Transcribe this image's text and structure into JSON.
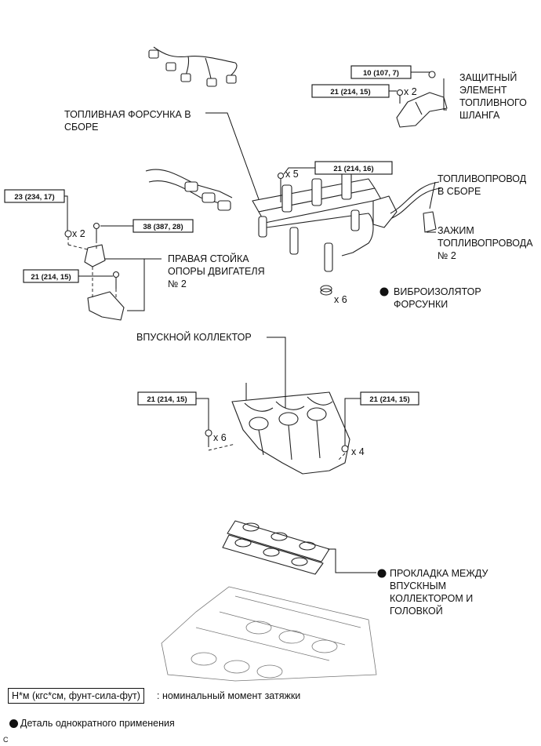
{
  "labels": {
    "injector": [
      "ТОПЛИВНАЯ ФОРСУНКА В",
      "СБОРЕ"
    ],
    "hose_protector": [
      "ЗАЩИТНЫЙ",
      "ЭЛЕМЕНТ",
      "ТОПЛИВНОГО",
      "ШЛАНГА"
    ],
    "fuel_pipe": [
      "ТОПЛИВОПРОВОД",
      "В СБОРЕ"
    ],
    "pipe_clamp": [
      "ЗАЖИМ",
      "ТОПЛИВОПРОВОДА",
      "№ 2"
    ],
    "engine_mount": [
      "ПРАВАЯ СТОЙКА",
      "ОПОРЫ ДВИГАТЕЛЯ",
      "№ 2"
    ],
    "insulator": [
      "ВИБРОИЗОЛЯТОР",
      "ФОРСУНКИ"
    ],
    "intake_manifold": [
      "ВПУСКНОЙ КОЛЛЕКТОР"
    ],
    "gasket": [
      "ПРОКЛАДКА МЕЖДУ",
      "ВПУСКНЫМ",
      "КОЛЛЕКТОРОМ И",
      "ГОЛОВКОЙ"
    ]
  },
  "torques": {
    "t_protector_top": "10 (107, 7)",
    "t_protector_bolt": "21 (214, 15)",
    "t_rail_bolt": "21 (214, 16)",
    "t_mount_nut": "23 (234, 17)",
    "t_mount_bolt38": "38 (387, 28)",
    "t_mount_bolt21": "21 (214, 15)",
    "t_manifold_bolt": "21 (214, 15)",
    "t_manifold_nut": "21 (214, 15)"
  },
  "quantities": {
    "q_protector": "x 2",
    "q_rail": "x 5",
    "q_mount": "x 2",
    "q_insulator": "x 6",
    "q_manifold_bolt": "x 6",
    "q_manifold_nut": "x 4"
  },
  "legend": {
    "torque_units": "Н*м (кгс*см, фунт-сила-фут)",
    "torque_desc": ": номинальный момент затяжки",
    "non_reusable": "Деталь однократного применения",
    "code": "C"
  }
}
